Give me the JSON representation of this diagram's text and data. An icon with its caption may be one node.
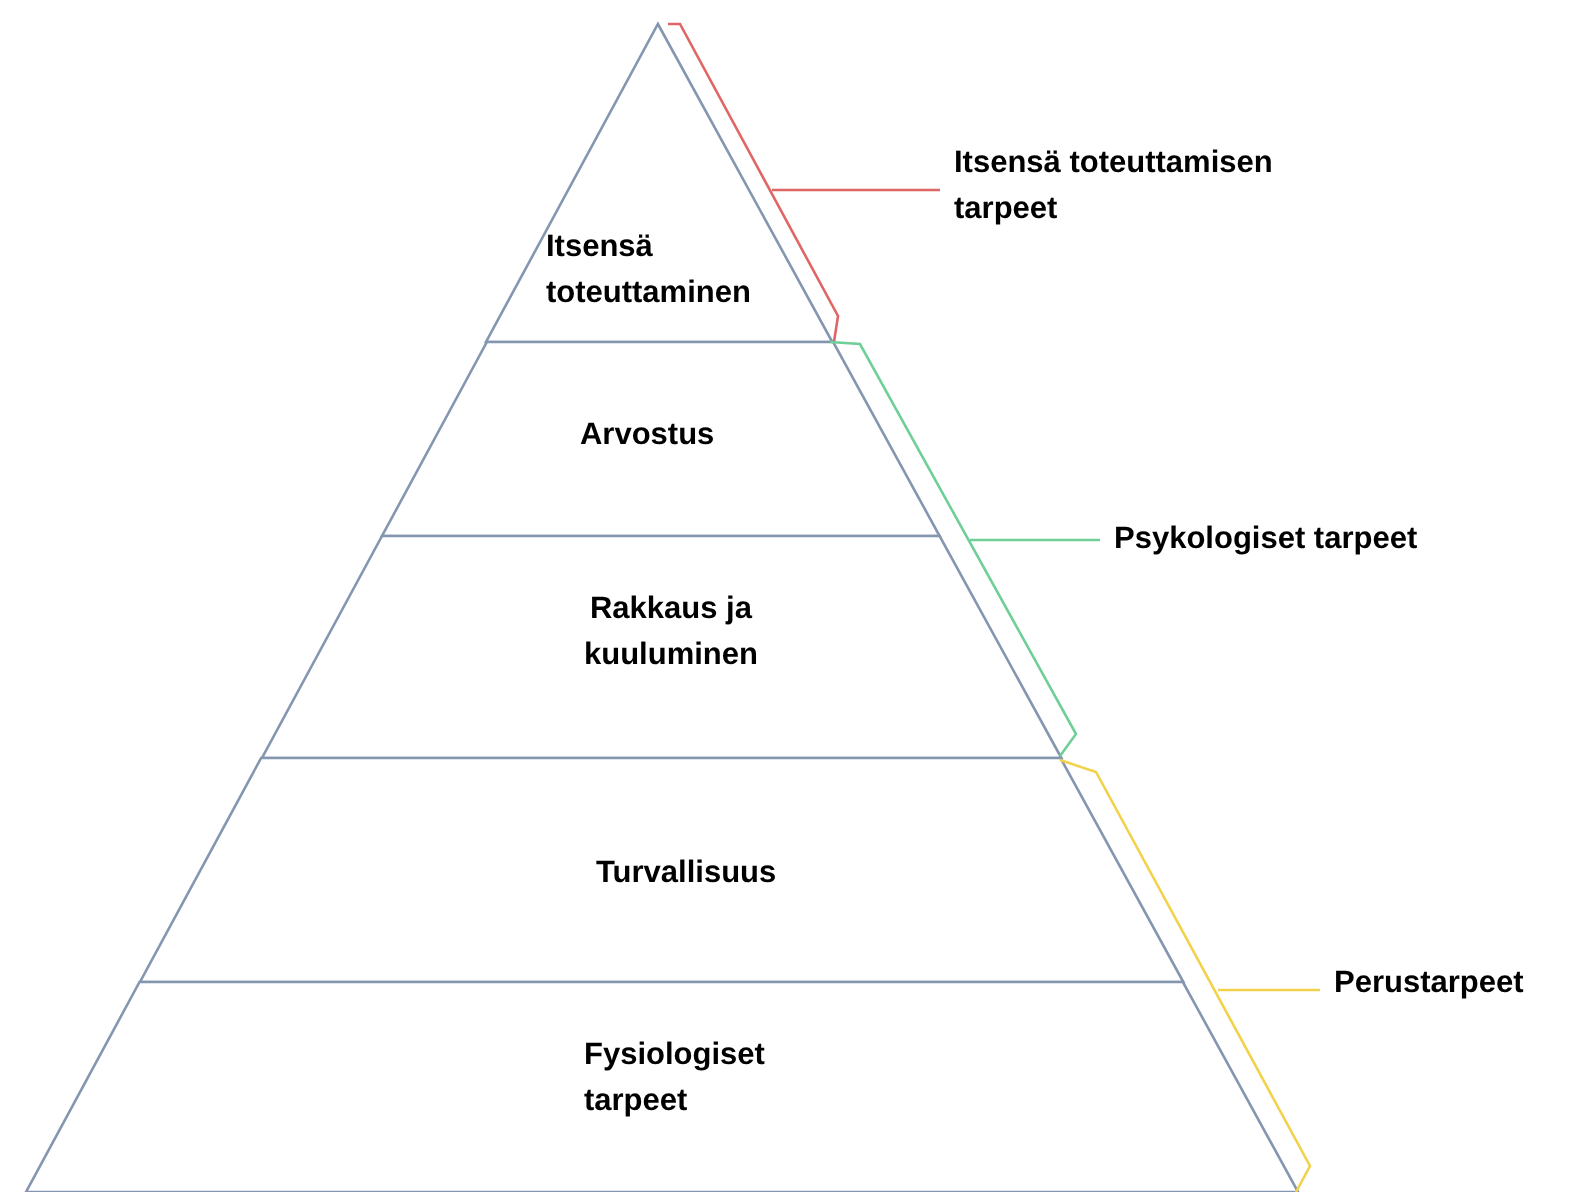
{
  "diagram": {
    "nodes": [
      {
        "text": [
          "Itsensä toteuttaminen"
        ]
      },
      {
        "text": [
          "Arvostus"
        ]
      },
      {
        "text": [
          "Rakkaus ja kuuluminen"
        ]
      },
      {
        "text": [
          "Turvallisuus"
        ]
      },
      {
        "text": [
          "Fysiologiset tarpeet"
        ]
      }
    ],
    "edges": [],
    "labels": [
      "Itsensä toteuttamisen tarpeet",
      "Psykologiset tarpeet",
      "Perustarpeet"
    ]
  }
}
